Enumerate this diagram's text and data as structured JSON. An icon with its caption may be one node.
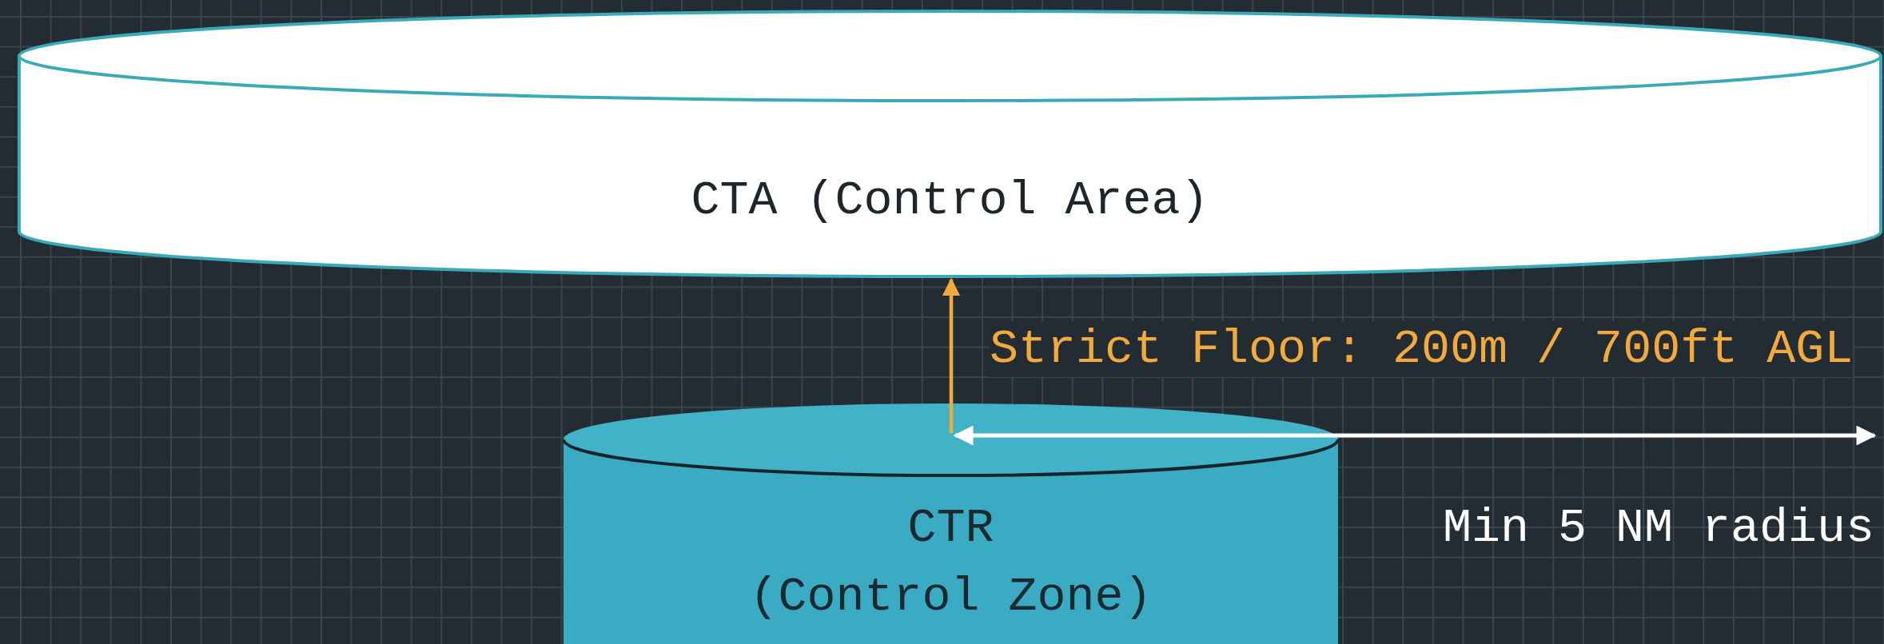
{
  "diagram": {
    "nodes": [
      {
        "text": [
          "CTA (Control Area)"
        ]
      },
      {
        "text": [
          "CTR (Control Zone)"
        ]
      }
    ],
    "edges": [
      {
        "from": 1,
        "to": 0,
        "arrow": "to",
        "label": "Strict Floor: 200m / 700ft AGL",
        "color": "#f2aa3f"
      }
    ],
    "labels": [
      "Min 5 NM radius"
    ]
  }
}
